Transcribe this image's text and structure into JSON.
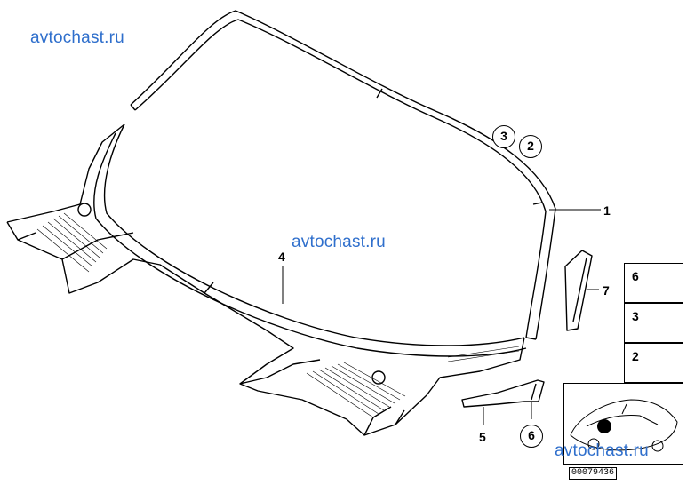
{
  "watermarks": [
    "avtochast.ru",
    "avtochast.ru",
    "avtochast.ru"
  ],
  "callouts": {
    "p1": "1",
    "p4": "4",
    "p5": "5",
    "p7": "7",
    "circle_3": "3",
    "circle_2": "2",
    "circle_6": "6"
  },
  "kit": {
    "cell_6": "6",
    "cell_3": "3",
    "cell_2": "2"
  },
  "diagram_code": "00079436"
}
